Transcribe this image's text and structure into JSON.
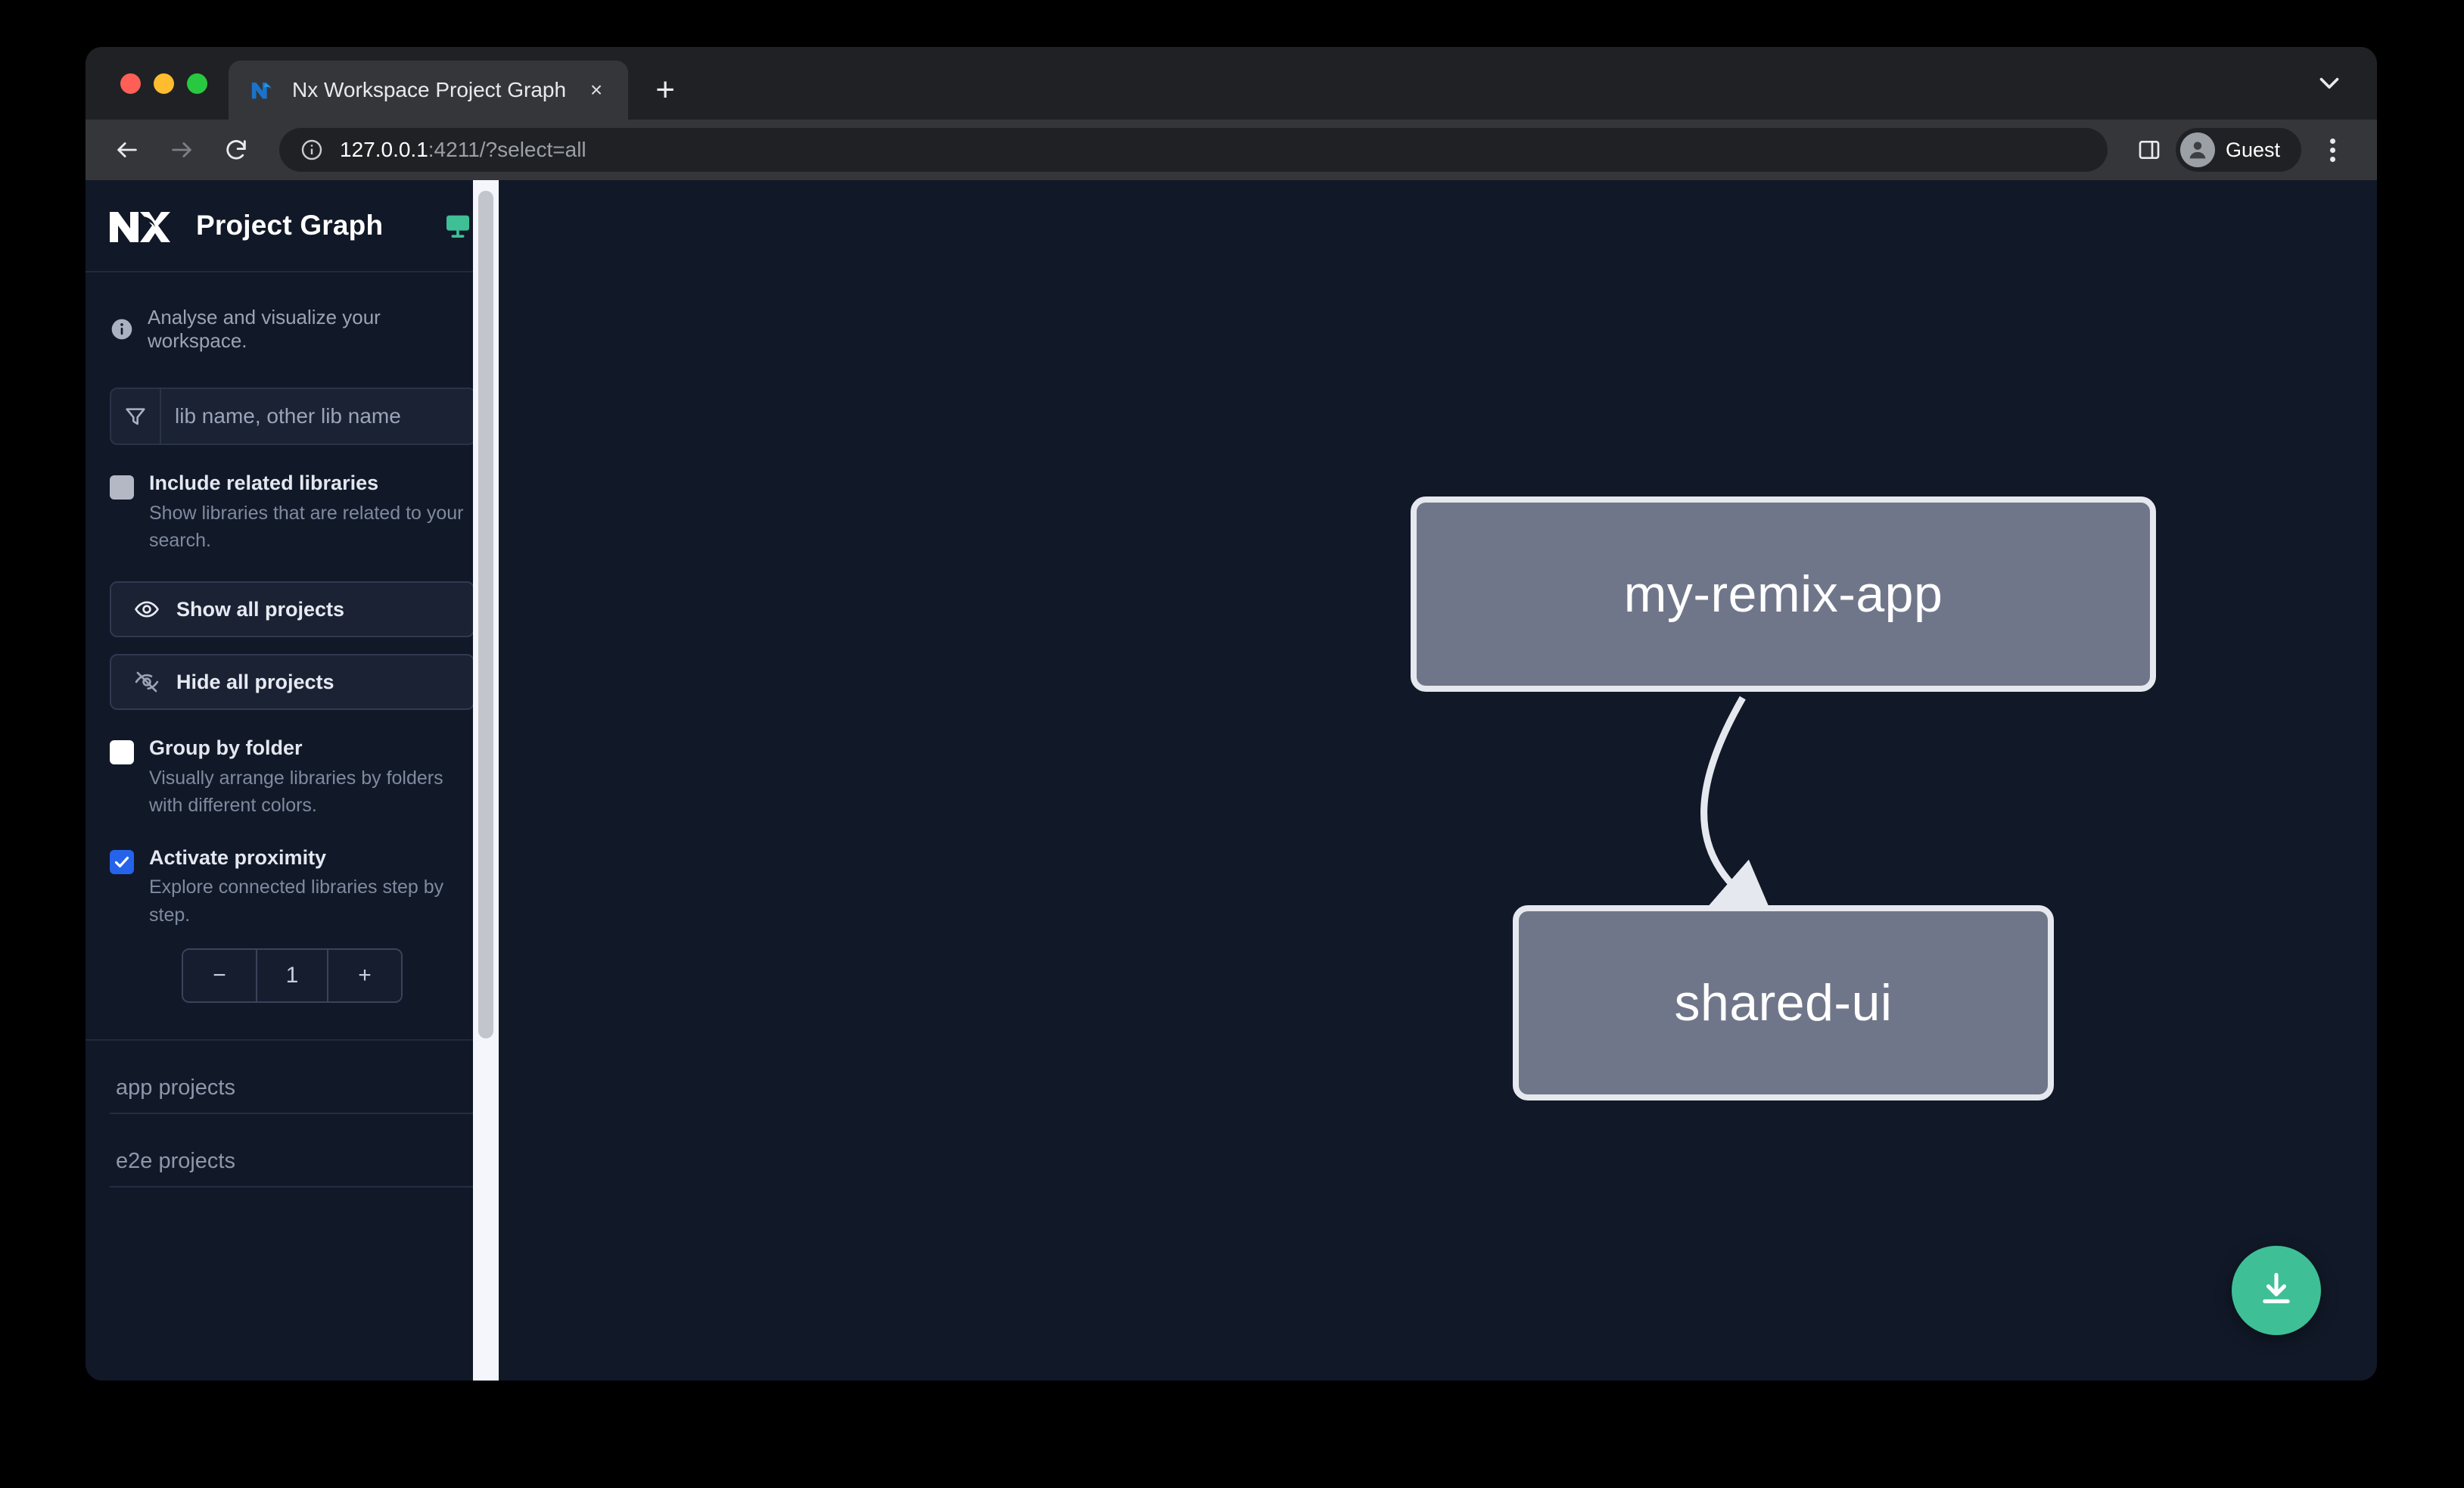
{
  "browser": {
    "tab": {
      "title": "Nx Workspace Project Graph",
      "favicon": "nx-favicon-icon",
      "close_label": "×"
    },
    "new_tab_label": "+",
    "tab_list_icon": "chevron-down-icon",
    "toolbar": {
      "back_icon": "back-arrow-icon",
      "forward_icon": "forward-arrow-icon",
      "reload_icon": "reload-icon",
      "site_info_icon": "info-circle-icon",
      "url_host": "127.0.0.1",
      "url_rest": ":4211/?select=all",
      "side_panel_icon": "side-panel-icon",
      "profile_name": "Guest",
      "profile_avatar_icon": "person-avatar-icon",
      "menu_icon": "kebab-menu-icon"
    }
  },
  "sidebar": {
    "logo_icon": "nx-logo-icon",
    "title": "Project Graph",
    "monitor_icon": "monitor-icon",
    "blurb_icon": "info-icon",
    "blurb": "Analyse and visualize your workspace.",
    "search": {
      "filter_icon": "funnel-filter-icon",
      "placeholder": "lib name, other lib name",
      "value": ""
    },
    "options": [
      {
        "id": "include-related-libraries",
        "label": "Include related libraries",
        "description": "Show libraries that are related to your search.",
        "checked": false,
        "checkbox_style": "grey"
      },
      {
        "id": "group-by-folder",
        "label": "Group by folder",
        "description": "Visually arrange libraries by folders with different colors.",
        "checked": false,
        "checkbox_style": "white"
      },
      {
        "id": "activate-proximity",
        "label": "Activate proximity",
        "description": "Explore connected libraries step by step.",
        "checked": true,
        "checkbox_style": "blue"
      }
    ],
    "buttons": [
      {
        "id": "show-all-projects",
        "label": "Show all projects",
        "icon": "eye-icon"
      },
      {
        "id": "hide-all-projects",
        "label": "Hide all projects",
        "icon": "eye-off-icon"
      }
    ],
    "stepper": {
      "decrement_label": "−",
      "value": "1",
      "increment_label": "+"
    },
    "project_groups": [
      {
        "id": "app-projects",
        "label": "app projects"
      },
      {
        "id": "e2e-projects",
        "label": "e2e projects"
      }
    ],
    "scrollbar": {
      "visible": true
    }
  },
  "graph": {
    "nodes": [
      {
        "id": "my-remix-app",
        "label": "my-remix-app"
      },
      {
        "id": "shared-ui",
        "label": "shared-ui"
      }
    ],
    "edges": [
      {
        "from": "my-remix-app",
        "to": "shared-ui"
      }
    ],
    "download_button": {
      "icon": "download-icon",
      "color": "#3fbf96"
    }
  },
  "colors": {
    "page_background": "#111827",
    "sidebar_background": "#111827",
    "node_fill": "#70768a",
    "node_border": "#e6e8ef",
    "accent_green": "#3fbf96",
    "accent_blue": "#2563eb",
    "browser_chrome": "#35363a"
  }
}
